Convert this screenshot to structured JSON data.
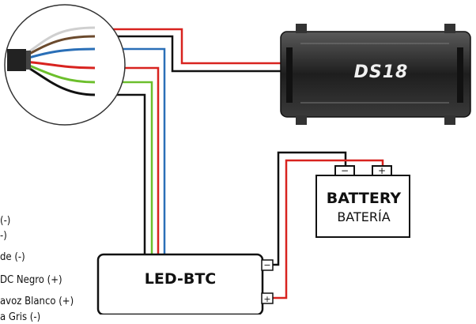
{
  "controller": {
    "label": "LED-BTC"
  },
  "battery": {
    "label_en": "BATTERY",
    "label_es": "BATERÍA",
    "neg_symbol": "−",
    "pos_symbol": "+"
  },
  "amplifier": {
    "logo": "DS18"
  },
  "controller_terminals": {
    "neg": "−",
    "pos": "+"
  },
  "legend": [
    "(-)",
    "-)",
    "de (-)",
    "DC Negro (+)",
    "avoz Blanco (+)",
    "a Gris (-)"
  ],
  "colors": {
    "red": "#d8231f",
    "black": "#111111",
    "blue": "#2a6fb7",
    "green": "#6cbf2c",
    "white_wire": "#d9d9d9",
    "gray_wire": "#777777",
    "brown": "#6b4a2d"
  }
}
